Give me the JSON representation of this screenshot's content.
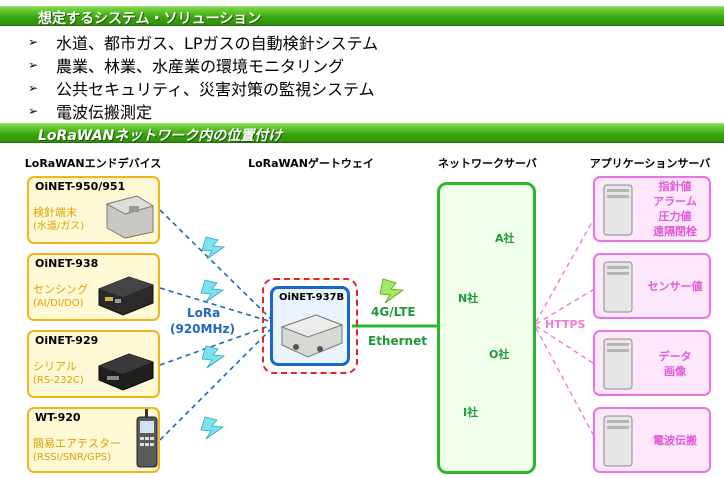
{
  "section1_title": "想定するシステム・ソリューション",
  "bullets": [
    "水道、都市ガス、LPガスの自動検針システム",
    "農業、林業、水産業の環境モニタリング",
    "公共セキュリティ、災害対策の監視システム",
    "電波伝搬測定"
  ],
  "section2_title": "LoRaWANネットワーク内の位置付け",
  "headers": {
    "end_devices": "LoRaWANエンドデバイス",
    "gateway": "LoRaWANゲートウェイ",
    "network_server": "ネットワークサーバ",
    "app_server": "アプリケーションサーバ"
  },
  "devices": [
    {
      "model": "OiNET-950/951",
      "label": "検針端末",
      "sublabel": "(水道/ガス)"
    },
    {
      "model": "OiNET-938",
      "label": "センシング",
      "sublabel": "(AI/DI/DO)"
    },
    {
      "model": "OiNET-929",
      "label": "シリアル",
      "sublabel": "(RS-232C)"
    },
    {
      "model": "WT-920",
      "label": "簡易エアテスター",
      "sublabel": "(RSSI/SNR/GPS)"
    }
  ],
  "lora_label": "LoRa",
  "lora_freq": "(920MHz)",
  "gateway_model": "OiNET-937B",
  "link_4g": "4G/LTE",
  "link_eth": "Ethernet",
  "network_servers": [
    "A社",
    "N社",
    "O社",
    "I社"
  ],
  "https_label": "HTTPS",
  "app_servers": [
    {
      "lines": [
        "指針値",
        "アラーム",
        "圧力値",
        "遠隔閉栓"
      ]
    },
    {
      "lines": [
        "センサー値"
      ]
    },
    {
      "lines": [
        "データ",
        "画像"
      ]
    },
    {
      "lines": [
        "電波伝搬"
      ]
    }
  ],
  "colors": {
    "banner_green": "#3aa80e",
    "device_border": "#f2b41a",
    "gateway_border": "#1a66c9",
    "network_border": "#2db52d",
    "app_border": "#ea74e6",
    "lora_dash": "#1d68c4",
    "ring_red": "#e8202a"
  }
}
